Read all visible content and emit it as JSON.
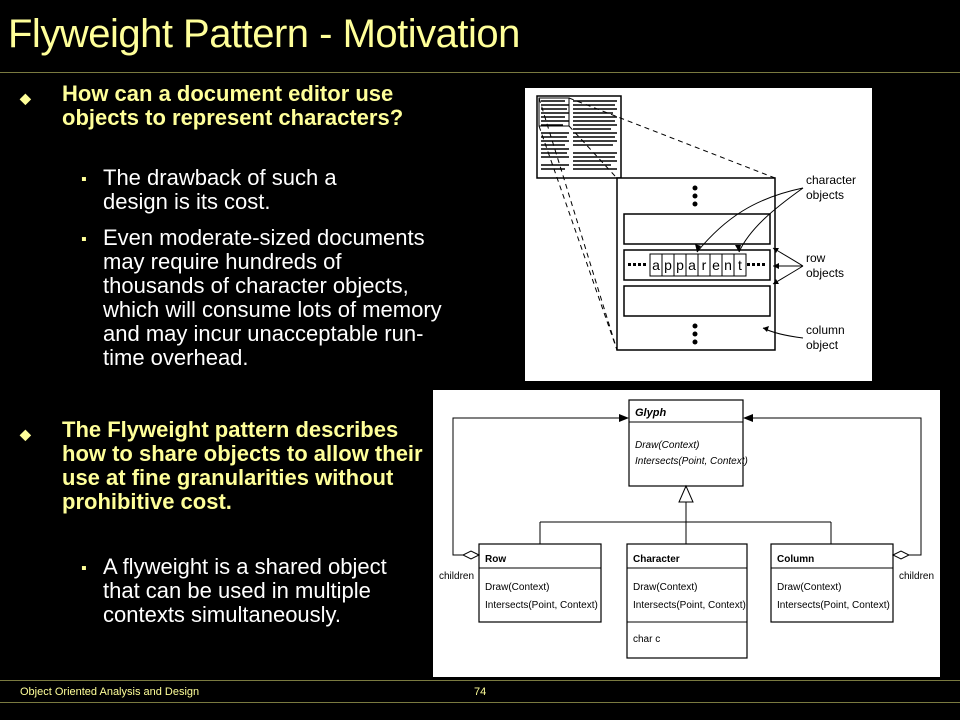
{
  "slide": {
    "title": "Flyweight Pattern - Motivation",
    "bullets": [
      {
        "text": "How can a document editor use objects to represent characters?",
        "sub": [
          "The drawback of such a design is its cost.",
          "Even moderate-sized documents may require hundreds of thousands of character objects, which will consume lots of memory and may incur unacceptable run-time overhead."
        ]
      },
      {
        "text": "The Flyweight pattern describes how to share objects to allow their use at fine granularities without prohibitive cost.",
        "sub": [
          "A flyweight is a shared object that can be used in multiple contexts simultaneously."
        ]
      }
    ],
    "footer_left": "Object Oriented Analysis and Design",
    "page_number": "74"
  },
  "doc_figure": {
    "word": "apparent",
    "labels": {
      "character": "character",
      "character_objects": "objects",
      "row": "row",
      "row_objects": "objects",
      "column": "column",
      "column_object": "object"
    }
  },
  "uml": {
    "glyph": {
      "name": "Glyph",
      "ops": [
        "Draw(Context)",
        "Intersects(Point, Context)"
      ]
    },
    "row": {
      "name": "Row",
      "ops": [
        "Draw(Context)",
        "Intersects(Point, Context)"
      ]
    },
    "character": {
      "name": "Character",
      "ops": [
        "Draw(Context)",
        "Intersects(Point, Context)"
      ],
      "attr": "char c"
    },
    "column": {
      "name": "Column",
      "ops": [
        "Draw(Context)",
        "Intersects(Point, Context)"
      ]
    },
    "children_left": "children",
    "children_right": "children"
  }
}
